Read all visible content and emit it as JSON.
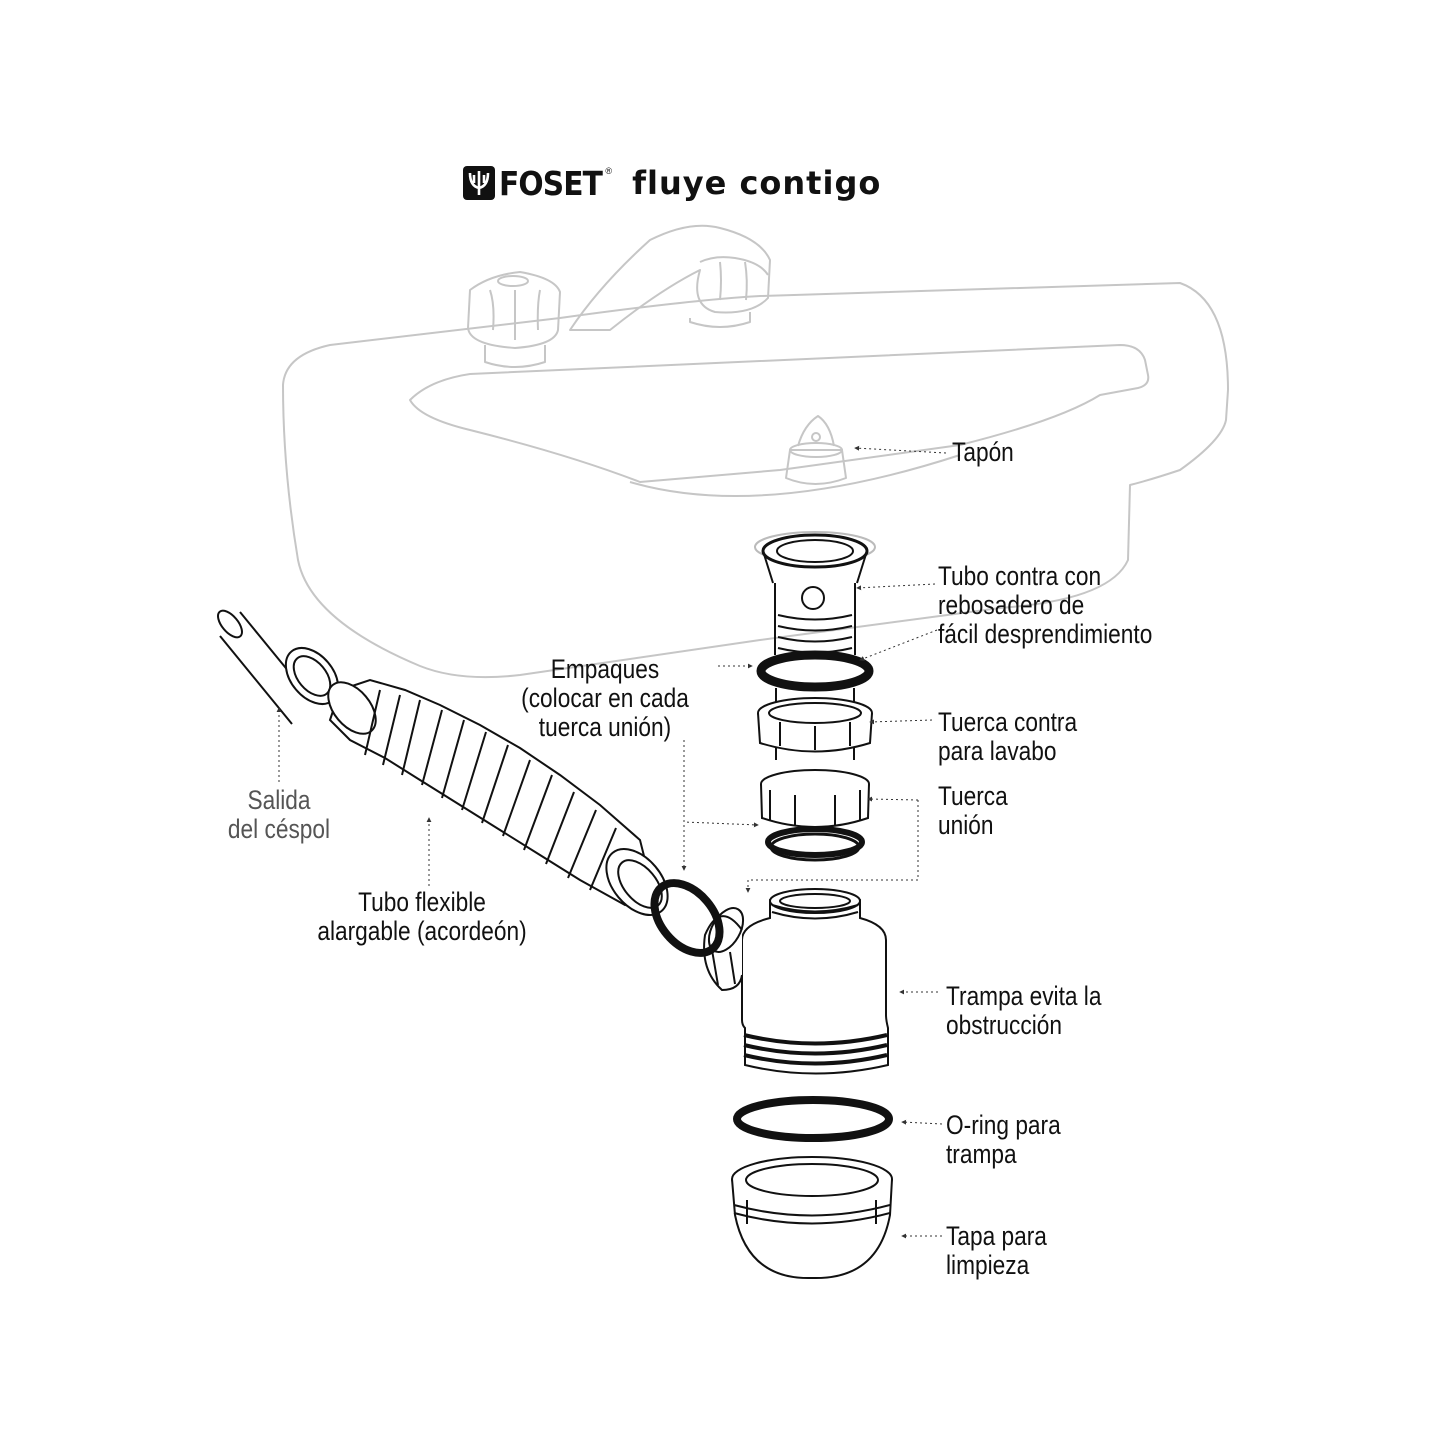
{
  "brand": {
    "logo_icon": "trident-logo-icon",
    "name": "FOSET",
    "registered": "®",
    "slogan": "fluye contigo"
  },
  "labels": {
    "tapon": [
      "Tapón"
    ],
    "tubo_contra": [
      "Tubo contra con",
      "rebosadero de",
      "fácil desprendimiento"
    ],
    "empaques": [
      "Empaques",
      "(colocar en cada",
      "tuerca unión)"
    ],
    "tuerca_contra": [
      "Tuerca contra",
      "para lavabo"
    ],
    "tuerca_union": [
      "Tuerca",
      "unión"
    ],
    "salida": [
      "Salida",
      "del céspol"
    ],
    "tubo_flexible": [
      "Tubo flexible",
      "alargable (acordeón)"
    ],
    "trampa": [
      "Trampa evita la",
      "obstrucción"
    ],
    "oring": [
      "O-ring para",
      "trampa"
    ],
    "tapa": [
      "Tapa para",
      "limpieza"
    ]
  },
  "colors": {
    "ink": "#111111",
    "sink_line": "#c4c4c4",
    "grey_label": "#555555"
  }
}
